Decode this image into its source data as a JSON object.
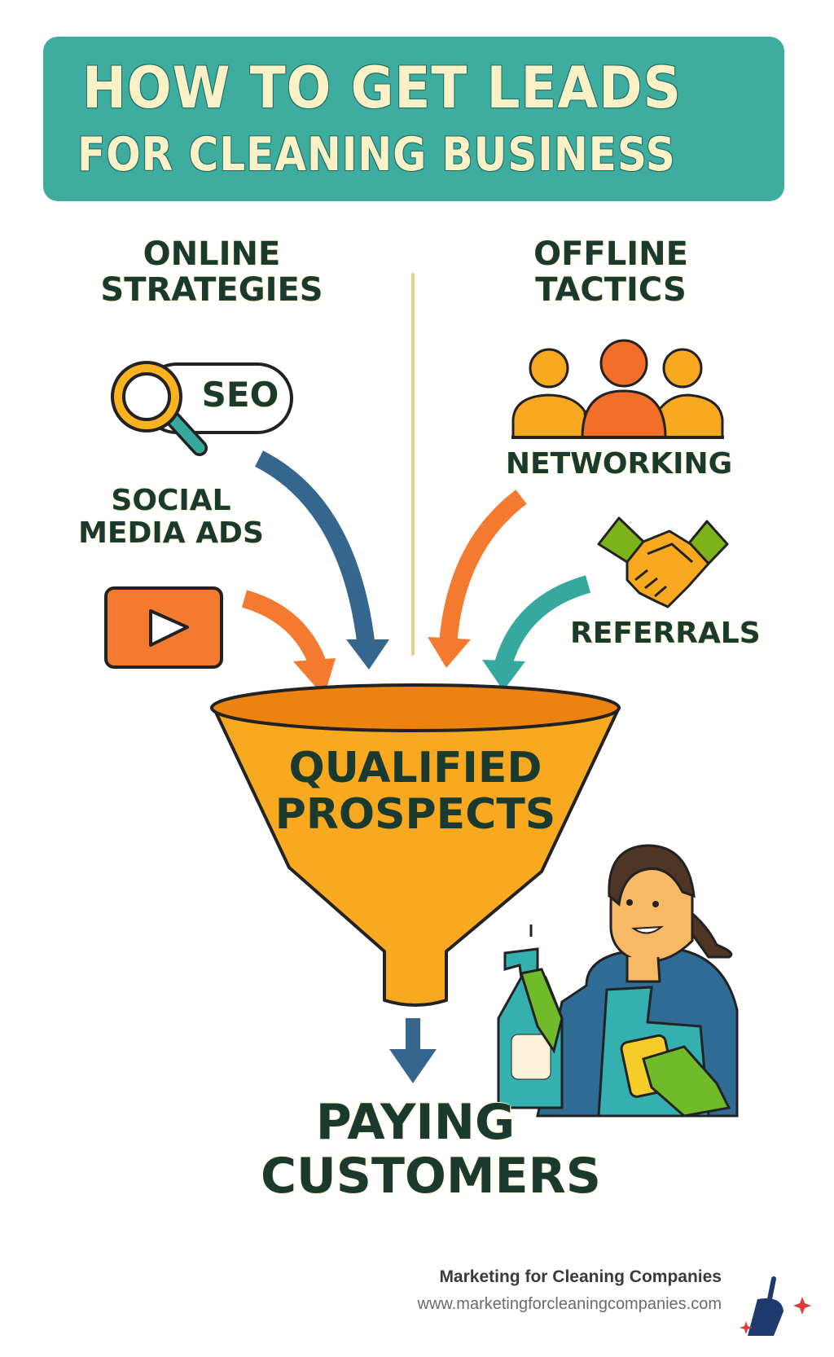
{
  "banner": {
    "line1": "HOW TO GET LEADS",
    "line2": "FOR CLEANING BUSINESS",
    "bg_color": "#3ead9f",
    "text_color": "#fbf1c7"
  },
  "online": {
    "heading": "ONLINE\nSTRATEGIES",
    "heading_line1": "ONLINE",
    "heading_line2": "STRATEGIES",
    "items": [
      {
        "label": "SEO",
        "icon": "magnifying-glass-icon"
      },
      {
        "label_line1": "SOCIAL",
        "label_line2": "MEDIA ADS",
        "icon": "video-play-icon"
      }
    ]
  },
  "offline": {
    "heading_line1": "OFFLINE",
    "heading_line2": "TACTICS",
    "items": [
      {
        "label": "NETWORKING",
        "icon": "people-group-icon"
      },
      {
        "label": "REFERRALS",
        "icon": "handshake-icon"
      }
    ]
  },
  "funnel": {
    "label_line1": "QUALIFIED",
    "label_line2": "PROSPECTS",
    "color": "#f8a91f"
  },
  "result": {
    "label_line1": "PAYING",
    "label_line2": "CUSTOMERS"
  },
  "colors": {
    "arrow_blue": "#35668e",
    "arrow_orange": "#f47a2f",
    "arrow_teal": "#35a99d",
    "text_dark": "#1a3a2f"
  },
  "footer": {
    "title": "Marketing for Cleaning Companies",
    "url": "www.marketingforcleaningcompanies.com",
    "logo_icon": "broom-sparkle-icon"
  }
}
